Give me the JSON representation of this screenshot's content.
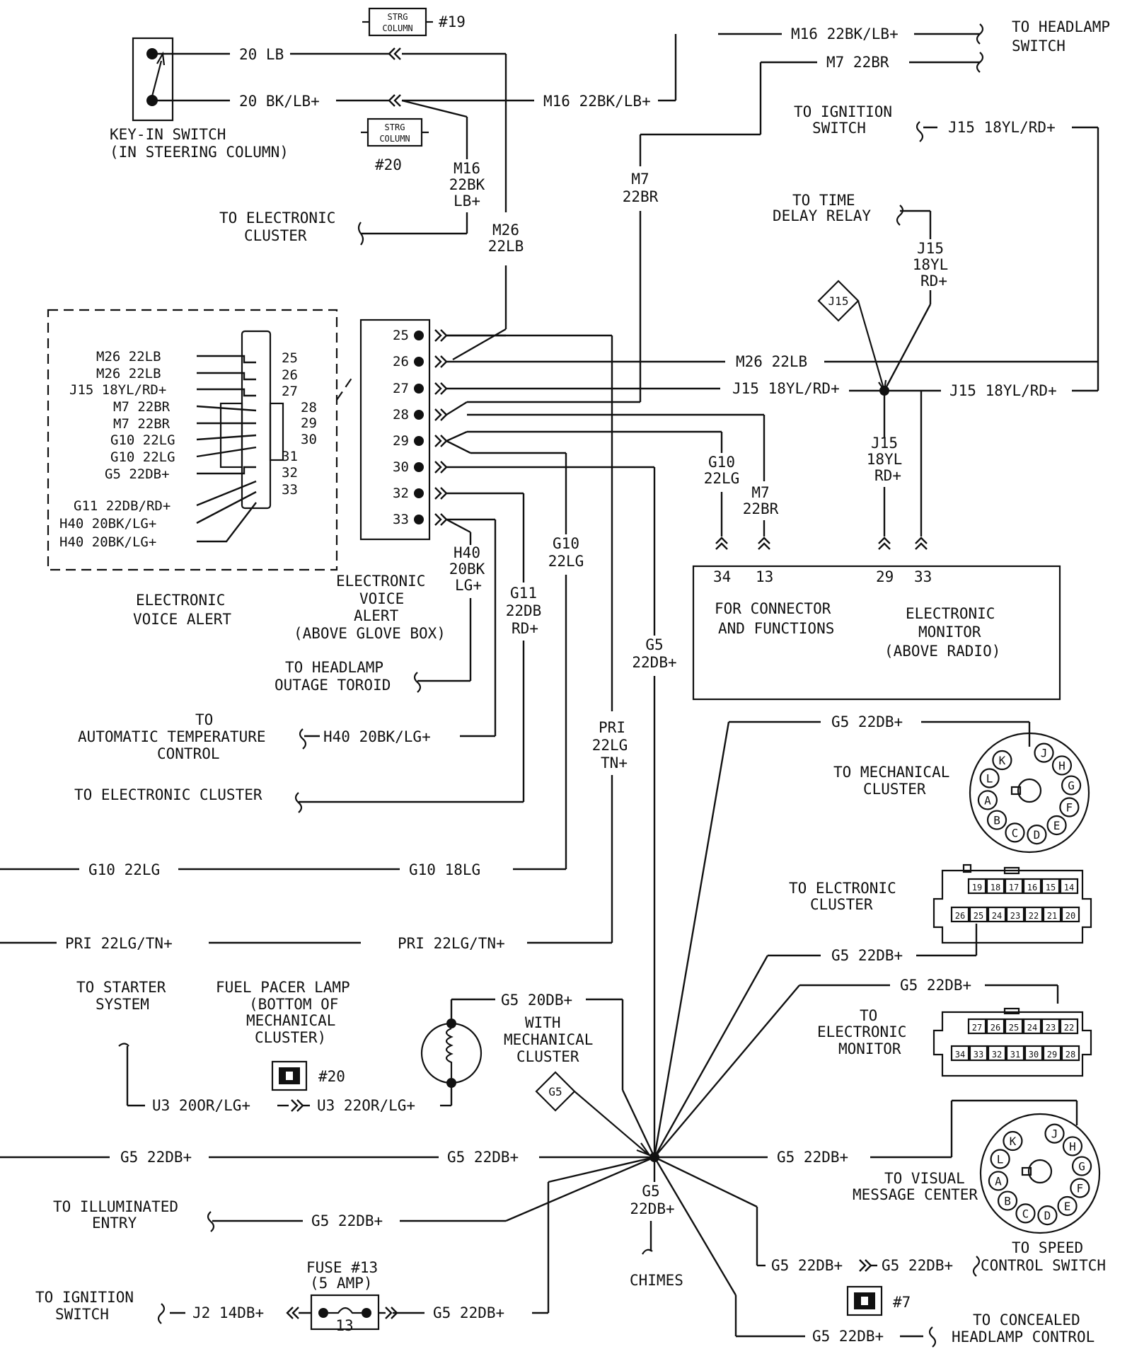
{
  "labels": {
    "strg_column": "STRG COLUMN",
    "strg_word": "STRG",
    "column_word": "COLUMN",
    "strg19_num": "#19",
    "strg20_num": "#20",
    "keyin_title_1": "KEY-IN SWITCH",
    "keyin_title_2": "(IN STEERING COLUMN)",
    "w_20lb": "20 LB",
    "w_20bklb": "20 BK/LB+",
    "w_m16_22bklb": "M16 22BK/LB+",
    "w_m16_v1": "M16",
    "w_m16_v2": "22BK",
    "w_m16_v3": "LB+",
    "w_m26_v1": "M26",
    "w_m26_v2": "22LB",
    "to_elec_cluster_1": "TO ELECTRONIC",
    "to_elec_cluster_2": "CLUSTER",
    "m16_top": "M16 22BK/LB+",
    "to_headlamp_1": "TO HEADLAMP",
    "to_headlamp_2": "SWITCH",
    "m7_top": "M7 22BR",
    "m7_v1": "M7",
    "m7_v2": "22BR",
    "to_ignition_1": "TO IGNITION",
    "to_ignition_2": "SWITCH",
    "j15_top": "J15 18YL/RD+",
    "to_tdr_1": "TO TIME",
    "to_tdr_2": "DELAY RELAY",
    "j15_v1": "J15",
    "j15_v2": "18YL",
    "j15_v3": "RD+",
    "j15_diamond": "J15",
    "m26_h": "M26 22LB",
    "j15_h1": "J15 18YL/RD+",
    "j15_h2": "J15 18YL/RD+",
    "g10_v1": "G10",
    "g10_v2": "22LG",
    "m7b_v1": "M7",
    "m7b_v2": "22BR",
    "j15b_v1": "J15",
    "j15b_v2": "18YL",
    "j15b_v3": "RD+",
    "mon_pin_34": "34",
    "mon_pin_13": "13",
    "mon_pin_29": "29",
    "mon_pin_33": "33",
    "mon_text_1": "FOR CONNECTOR",
    "mon_text_2": "AND FUNCTIONS",
    "mon_text_3": "ELECTRONIC",
    "mon_text_4": "MONITOR",
    "mon_text_5": "(ABOVE RADIO)",
    "eva_detail": {
      "wires": [
        "M26 22LB",
        "M26 22LB",
        "J15 18YL/RD+",
        "M7 22BR",
        "M7 22BR",
        "G10 22LG",
        "G10 22LG",
        "G5 22DB+",
        "G11 22DB/RD+",
        "H40 20BK/LG+",
        "H40 20BK/LG+"
      ],
      "pins": [
        "25",
        "26",
        "27",
        "28",
        "29",
        "30",
        "31",
        "32",
        "33"
      ]
    },
    "eva_title_1": "ELECTRONIC",
    "eva_title_2": "VOICE ALERT",
    "eva_conn_pins": [
      "25",
      "26",
      "27",
      "28",
      "29",
      "30",
      "32",
      "33"
    ],
    "eva_loc_1": "ELECTRONIC",
    "eva_loc_2": "VOICE",
    "eva_loc_3": "ALERT",
    "eva_loc_4": "(ABOVE GLOVE BOX)",
    "h40_v1": "H40",
    "h40_v2": "20BK",
    "h40_v3": "LG+",
    "g11_v1": "G11",
    "g11_v2": "22DB",
    "g11_v3": "RD+",
    "g10b_v1": "G10",
    "g10b_v2": "22LG",
    "g5_v1": "G5",
    "g5_v2": "22DB+",
    "pri_v1": "PRI",
    "pri_v2": "22LG",
    "pri_v3": "TN+",
    "to_toroid_1": "TO HEADLAMP",
    "to_toroid_2": "OUTAGE TOROID",
    "to_atc_1": "TO",
    "to_atc_2": "AUTOMATIC TEMPERATURE",
    "to_atc_3": "CONTROL",
    "h40_h": "H40 20BK/LG+",
    "to_elec_cluster_3": "TO ELECTRONIC CLUSTER",
    "g10_h1": "G10 22LG",
    "g10_h2": "G10 18LG",
    "pri_h1": "PRI 22LG/TN+",
    "pri_h2": "PRI 22LG/TN+",
    "to_mech_1": "TO MECHANICAL",
    "to_mech_2": "CLUSTER",
    "g5_mech": "G5 22DB+",
    "round_pins": [
      "J",
      "H",
      "G",
      "F",
      "E",
      "D",
      "C",
      "B",
      "A",
      "L",
      "K"
    ],
    "to_ec_1": "TO ELCTRONIC",
    "to_ec_2": "CLUSTER",
    "ec_top_pins": [
      "19",
      "18",
      "17",
      "16",
      "15",
      "14"
    ],
    "ec_bot_pins": [
      "26",
      "25",
      "24",
      "23",
      "22",
      "21",
      "20"
    ],
    "g5_ec": "G5 22DB+",
    "g5_em": "G5 22DB+",
    "to_em_1": "TO",
    "to_em_2": "ELECTRONIC",
    "to_em_3": "MONITOR",
    "em_top_pins": [
      "27",
      "26",
      "25",
      "24",
      "23",
      "22"
    ],
    "em_bot_pins": [
      "34",
      "33",
      "32",
      "31",
      "30",
      "29",
      "28"
    ],
    "to_starter_1": "TO STARTER",
    "to_starter_2": "SYSTEM",
    "fpl_1": "FUEL PACER LAMP",
    "fpl_2": "(BOTTOM OF",
    "fpl_3": "MECHANICAL",
    "fpl_4": "CLUSTER)",
    "conn20_num": "#20",
    "u3_1": "U3 20OR/LG+",
    "u3_2": "U3 22OR/LG+",
    "g5_20db": "G5 20DB+",
    "wmc_1": "WITH",
    "wmc_2": "MECHANICAL",
    "wmc_3": "CLUSTER",
    "g5_diamond": "G5",
    "g5_left1": "G5 22DB+",
    "g5_left2": "G5 22DB+",
    "g5_right": "G5 22DB+",
    "to_vmc_1": "TO VISUAL",
    "to_vmc_2": "MESSAGE CENTER",
    "to_illum_1": "TO ILLUMINATED",
    "to_illum_2": "ENTRY",
    "g5_illum": "G5 22DB+",
    "g5_below_1": "G5",
    "g5_below_2": "22DB+",
    "chimes": "CHIMES",
    "g5_speed_1": "G5 22DB+",
    "g5_speed_2": "G5 22DB+",
    "to_speed_1": "TO SPEED",
    "to_speed_2": "CONTROL SWITCH",
    "conn7_num": "#7",
    "g5_conceal": "G5 22DB+",
    "to_conceal_1": "TO CONCEALED",
    "to_conceal_2": "HEADLAMP CONTROL",
    "to_ign2_1": "TO IGNITION",
    "to_ign2_2": "SWITCH",
    "j2": "J2 14DB+",
    "fuse_1": "FUSE #13",
    "fuse_2": "(5 AMP)",
    "fuse_num": "13",
    "g5_fuse": "G5 22DB+"
  }
}
